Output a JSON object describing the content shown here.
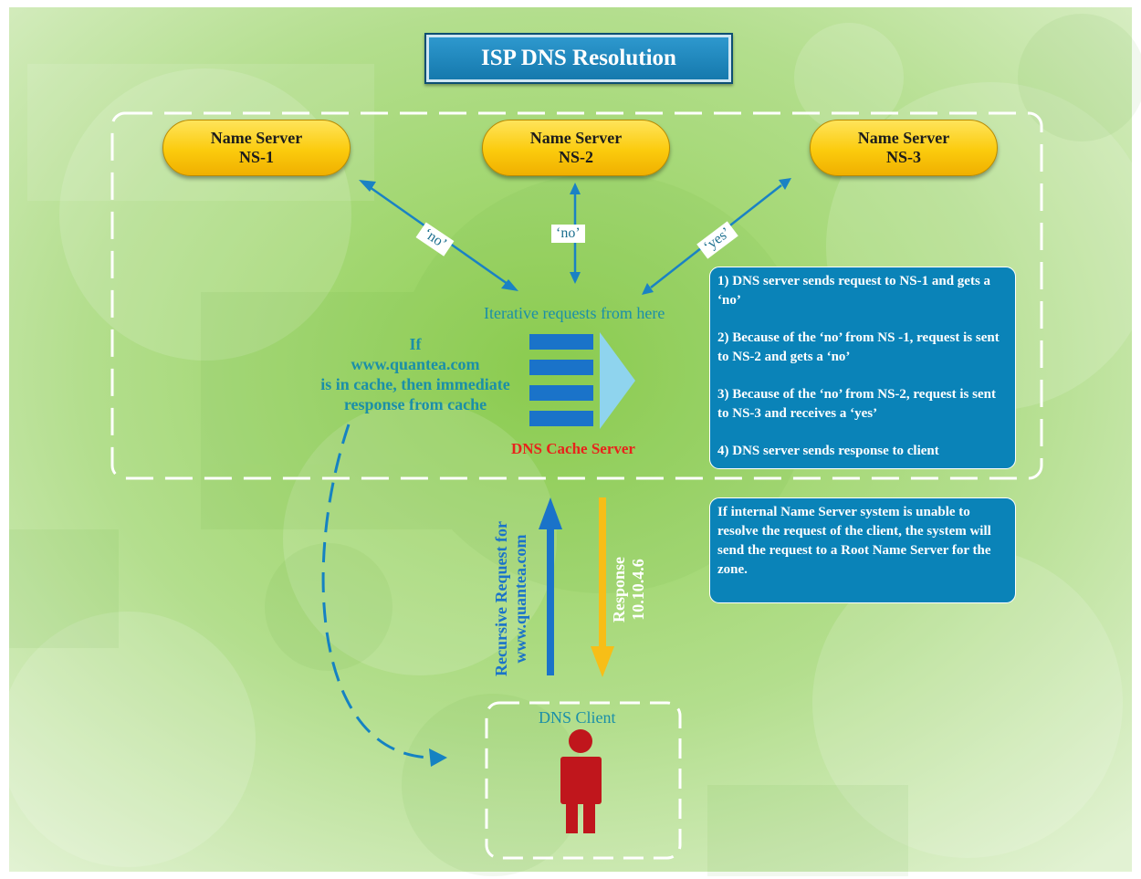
{
  "title": "ISP DNS Resolution",
  "name_servers": [
    {
      "line1": "Name Server",
      "line2": "NS-1"
    },
    {
      "line1": "Name Server",
      "line2": "NS-2"
    },
    {
      "line1": "Name Server",
      "line2": "NS-3"
    }
  ],
  "edge_labels": {
    "ns1": "‘no’",
    "ns2": "‘no’",
    "ns3": "‘yes’"
  },
  "iterative_label": "Iterative requests from here",
  "cache_note": [
    "If",
    "www.quantea.com",
    "is in cache, then immediate",
    "response from cache"
  ],
  "cache_server_label": "DNS Cache Server",
  "steps": [
    "1) DNS server sends request to NS-1 and gets a ‘no’",
    "2) Because of the ‘no’ from NS -1, request is sent to NS-2 and gets a ‘no’",
    "3) Because of the ‘no’ from NS-2, request is sent to NS-3 and receives a ‘yes’",
    "4) DNS server sends response to client"
  ],
  "root_note": "If internal Name Server system is unable to resolve the request of the client, the system will send the request to a Root Name Server for the zone.",
  "recursive_request": [
    "Recursive Request for",
    "www.quantea.com"
  ],
  "response": [
    "Response",
    "10.10.4.6"
  ],
  "client_label": "DNS Client",
  "colors": {
    "accent_blue": "#0a83b8",
    "arrow_blue": "#1a82c4",
    "response_yellow": "#f7be17",
    "client_red": "#c0161c",
    "server_red": "#e8231b"
  }
}
